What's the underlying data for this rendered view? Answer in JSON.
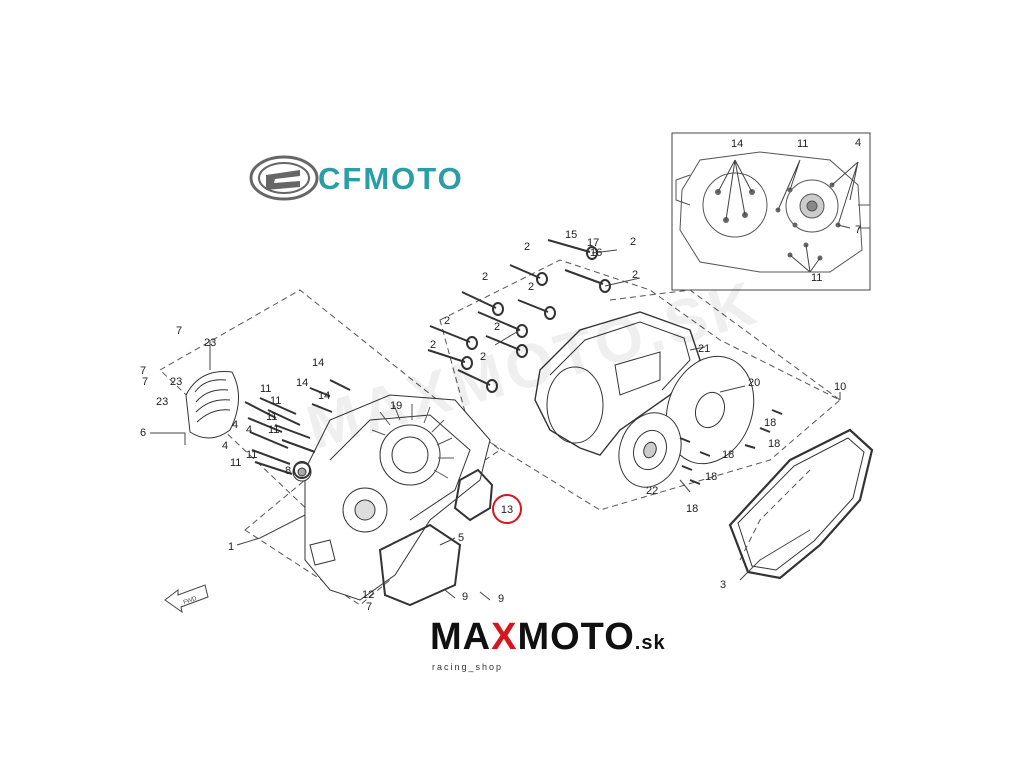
{
  "brand": {
    "name": "CFMOTO",
    "color": "#2a9ea6"
  },
  "shop": {
    "main": "MAXMOTO",
    "x_letter": "X",
    "suffix": ".sk",
    "sub": "racing_shop",
    "accent": "#d8141c"
  },
  "watermark": "MAXMOTO.SK",
  "highlighted_part": {
    "number": "13",
    "color": "#d8141c"
  },
  "fwd_label": "FWD",
  "callouts": {
    "c1": "1",
    "c2": "2",
    "c3": "3",
    "c4": "4",
    "c5": "5",
    "c6": "6",
    "c7": "7",
    "c8": "8",
    "c9": "9",
    "c10": "10",
    "c11": "11",
    "c12": "12",
    "c14": "14",
    "c15": "15",
    "c16": "16",
    "c17": "17",
    "c18": "18",
    "c19": "19",
    "c20": "20",
    "c21": "21",
    "c22": "22",
    "c23": "23"
  }
}
